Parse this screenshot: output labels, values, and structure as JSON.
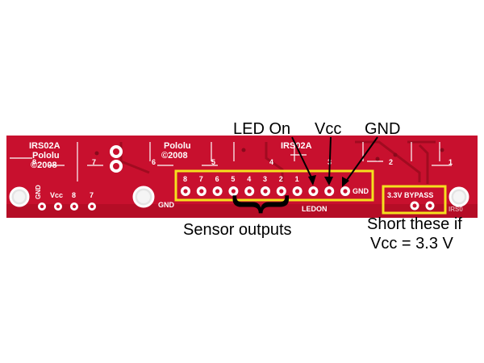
{
  "board": {
    "color": "#c8102e",
    "highlight_color": "#f5e11e",
    "silk_color": "#ffffff",
    "silk": {
      "left_model": "IRS02A",
      "left_brand": "Pololu",
      "left_year": "©2008",
      "mid_brand": "Pololu",
      "mid_year": "©2008",
      "right_model": "IRS02A",
      "small_gnd": "GND",
      "small_vcc": "Vcc",
      "small_8": "8",
      "small_7": "7",
      "gnd_near_header": "GND",
      "ledon": "LEDON",
      "gnd_header": "GND",
      "bypass_label": "3.3V BYPASS",
      "edge_text": "IRS0"
    },
    "edge_numbers": [
      "8",
      "7",
      "6",
      "5",
      "4",
      "3",
      "2",
      "1"
    ],
    "pin_numbers": [
      "8",
      "7",
      "6",
      "5",
      "4",
      "3",
      "2",
      "1"
    ]
  },
  "annotations": {
    "led_on": "LED On",
    "vcc": "Vcc",
    "gnd": "GND",
    "sensor_outputs": "Sensor outputs",
    "short_line1": "Short these if",
    "short_line2": "Vcc = 3.3 V",
    "brace": "}"
  }
}
